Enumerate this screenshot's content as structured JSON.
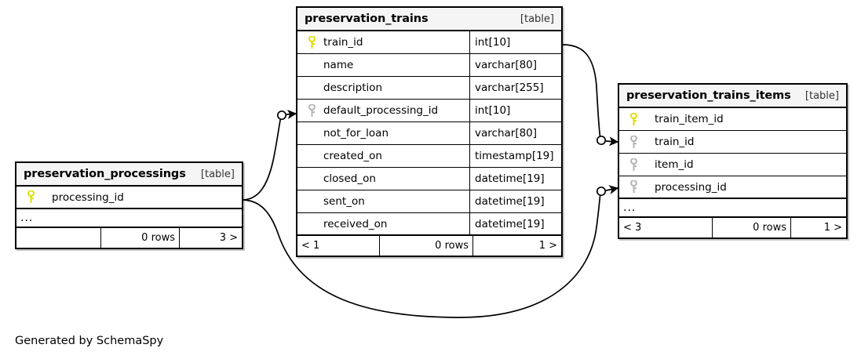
{
  "diagram": {
    "caption": "Generated by SchemaSpy",
    "kind_label": "[table]",
    "ellipsis": "...",
    "rows_label": "0 rows",
    "colors": {
      "primary_key": "#e8e800",
      "foreign_key": "#b4b4b4",
      "border": "#000000",
      "header_background": "#f5f5f5",
      "canvas_background": "#ffffff"
    }
  },
  "tables": [
    {
      "id": "preservation_trains",
      "name": "preservation_trains",
      "kind": "[table]",
      "columns": [
        {
          "name": "train_id",
          "type": "int[10]",
          "key": "primary"
        },
        {
          "name": "name",
          "type": "varchar[80]",
          "key": "none"
        },
        {
          "name": "description",
          "type": "varchar[255]",
          "key": "none"
        },
        {
          "name": "default_processing_id",
          "type": "int[10]",
          "key": "foreign"
        },
        {
          "name": "not_for_loan",
          "type": "varchar[80]",
          "key": "none"
        },
        {
          "name": "created_on",
          "type": "timestamp[19]",
          "key": "none"
        },
        {
          "name": "closed_on",
          "type": "datetime[19]",
          "key": "none"
        },
        {
          "name": "sent_on",
          "type": "datetime[19]",
          "key": "none"
        },
        {
          "name": "received_on",
          "type": "datetime[19]",
          "key": "none"
        }
      ],
      "has_ellipsis_row": false,
      "footer": {
        "left": "< 1",
        "middle": "0 rows",
        "right": "1 >"
      }
    },
    {
      "id": "preservation_trains_items",
      "name": "preservation_trains_items",
      "kind": "[table]",
      "columns": [
        {
          "name": "train_item_id",
          "type": "",
          "key": "primary"
        },
        {
          "name": "train_id",
          "type": "",
          "key": "foreign"
        },
        {
          "name": "item_id",
          "type": "",
          "key": "foreign"
        },
        {
          "name": "processing_id",
          "type": "",
          "key": "foreign"
        }
      ],
      "has_ellipsis_row": true,
      "footer": {
        "left": "< 3",
        "middle": "0 rows",
        "right": "1 >"
      }
    },
    {
      "id": "preservation_processings",
      "name": "preservation_processings",
      "kind": "[table]",
      "columns": [
        {
          "name": "processing_id",
          "type": "",
          "key": "primary"
        }
      ],
      "has_ellipsis_row": true,
      "footer": {
        "left": "",
        "middle": "0 rows",
        "right": "3 >"
      }
    }
  ],
  "relationships": [
    {
      "id": "trains-to-trains_items",
      "from_table": "preservation_trains",
      "from_column": "train_id",
      "to_table": "preservation_trains_items",
      "to_column": "train_id"
    },
    {
      "id": "processings-to-trains",
      "from_table": "preservation_processings",
      "from_column": "processing_id",
      "to_table": "preservation_trains",
      "to_column": "default_processing_id"
    },
    {
      "id": "processings-to-trains_items",
      "from_table": "preservation_processings",
      "from_column": "processing_id",
      "to_table": "preservation_trains_items",
      "to_column": "processing_id"
    }
  ]
}
